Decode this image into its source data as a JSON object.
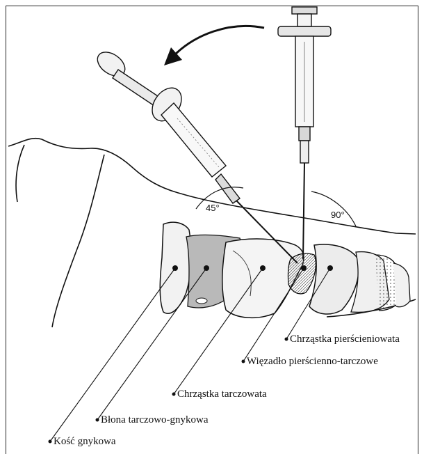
{
  "diagram": {
    "angles": {
      "left": "45°",
      "right": "90°"
    },
    "labels": {
      "cricoid": "Chrząstka pierścieniowata",
      "cricothyroid_ligament": "Więzadło pierścienno-tarczowe",
      "thyroid_cartilage": "Chrząstka tarczowata",
      "thyrohyoid_membrane": "Błona tarczowo-gnykowa",
      "hyoid_bone": "Kość gnykowa"
    }
  }
}
